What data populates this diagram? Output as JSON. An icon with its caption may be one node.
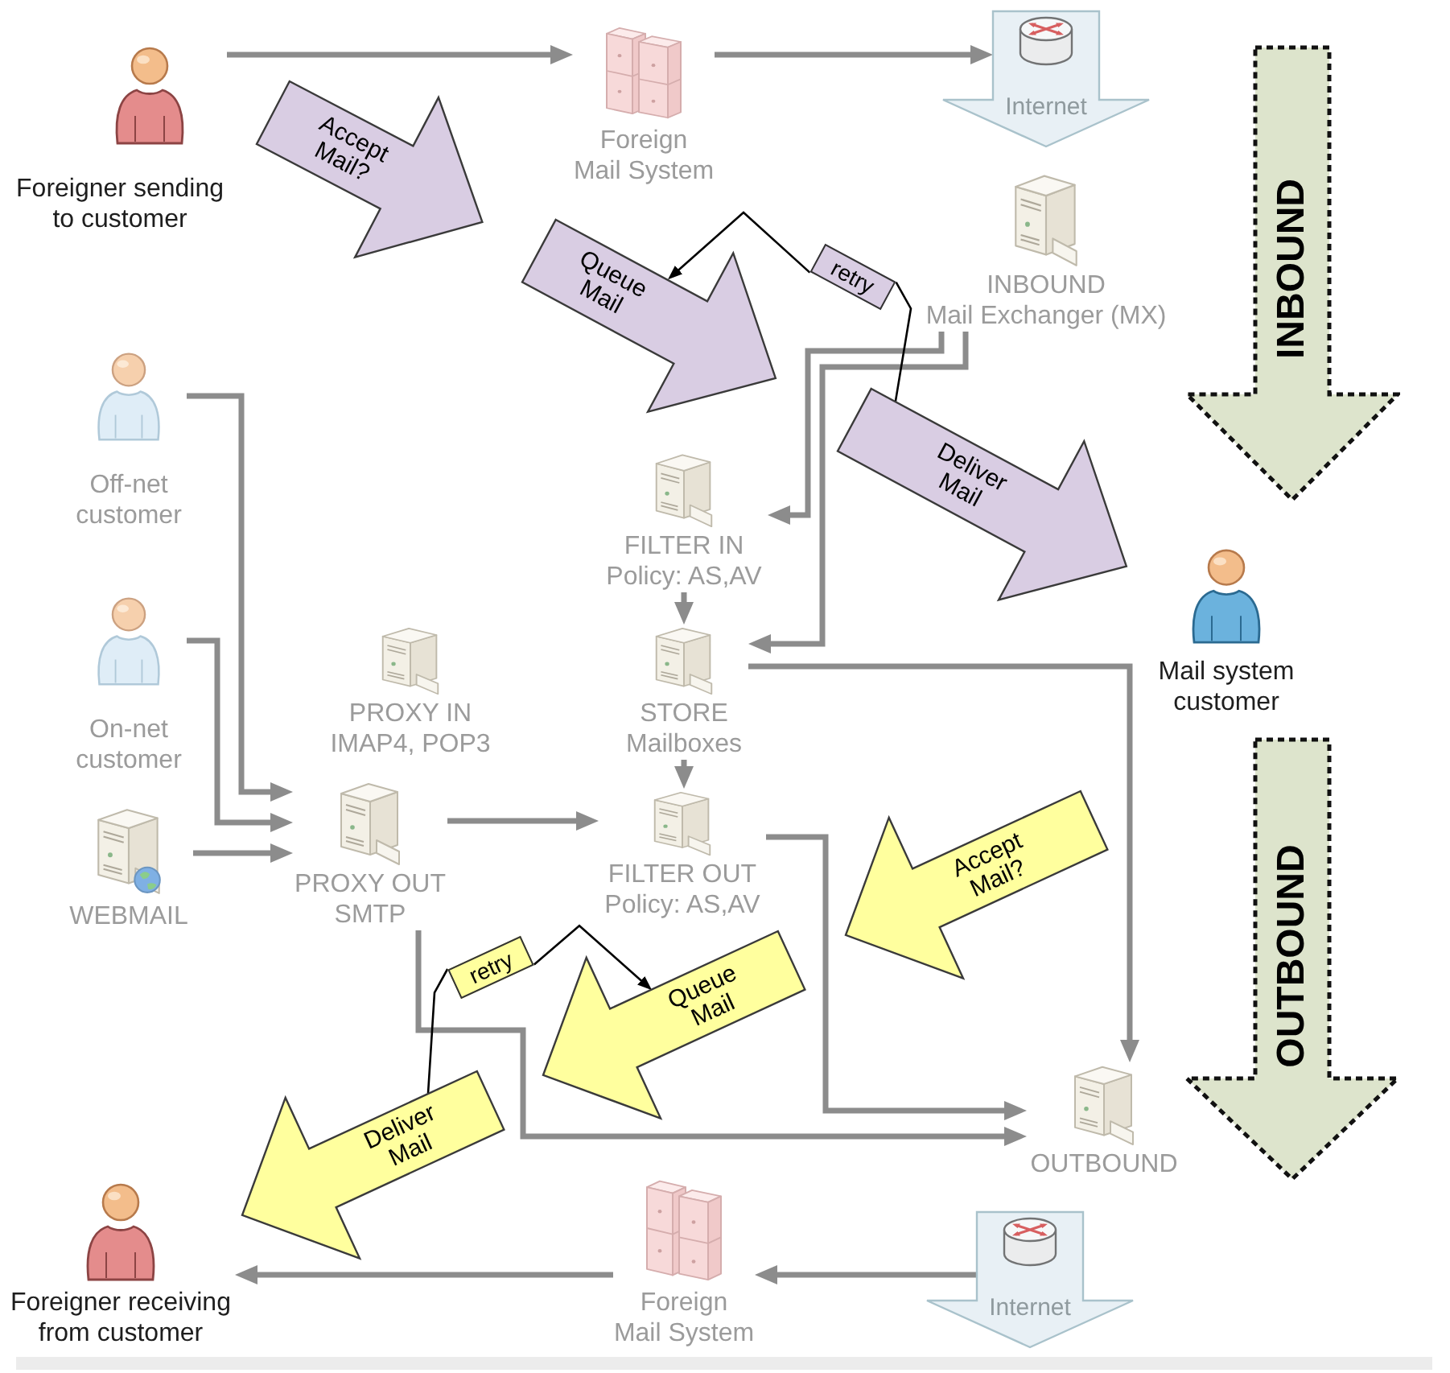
{
  "diagram": {
    "nodes": [
      {
        "text": [
          "Foreigner sending to customer"
        ]
      },
      {
        "text": [
          "Foreign Mail System"
        ]
      },
      {
        "text": [
          "Internet"
        ]
      },
      {
        "text": [
          "INBOUND"
        ]
      },
      {
        "text": [
          "Accept Mail?"
        ]
      },
      {
        "text": [
          "retry"
        ]
      },
      {
        "text": [
          "Queue Mail"
        ]
      },
      {
        "text": [
          "INBOUND",
          "Mail Exchanger (MX)"
        ]
      },
      {
        "text": [
          "Deliver Mail"
        ]
      },
      {
        "text": [
          "Off-net customer"
        ]
      },
      {
        "text": [
          "FILTER IN",
          "Policy: AS,AV"
        ]
      },
      {
        "text": [
          "Mail system customer"
        ]
      },
      {
        "text": [
          "PROXY IN",
          "IMAP4, POP3"
        ]
      },
      {
        "text": [
          "STORE",
          "Mailboxes"
        ]
      },
      {
        "text": [
          "On-net customer"
        ]
      },
      {
        "text": [
          "Accept Mail?"
        ]
      },
      {
        "text": [
          "OUTBOUND"
        ]
      },
      {
        "text": [
          "retry"
        ]
      },
      {
        "text": [
          "Queue Mail"
        ]
      },
      {
        "text": [
          "WEBMAIL"
        ]
      },
      {
        "text": [
          "PROXY OUT",
          "SMTP"
        ]
      },
      {
        "text": [
          "FILTER OUT",
          "Policy: AS,AV"
        ]
      },
      {
        "text": [
          "Deliver Mail"
        ]
      },
      {
        "text": [
          "OUTBOUND"
        ]
      },
      {
        "text": [
          "Foreigner receiving from customer"
        ]
      },
      {
        "text": [
          "Foreign Mail System"
        ]
      },
      {
        "text": [
          "Internet"
        ]
      }
    ],
    "edges": [
      {
        "from": 0,
        "to": 1,
        "arrow": "to"
      },
      {
        "from": 1,
        "to": 2,
        "arrow": "to"
      },
      {
        "from": 7,
        "to": 10,
        "arrow": "to"
      },
      {
        "from": 7,
        "to": 13,
        "arrow": "to"
      },
      {
        "from": 10,
        "to": 13,
        "arrow": "to"
      },
      {
        "from": 13,
        "to": 23,
        "arrow": "to"
      },
      {
        "from": 13,
        "to": 21,
        "arrow": "to"
      },
      {
        "from": 9,
        "to": 20,
        "arrow": "to"
      },
      {
        "from": 14,
        "to": 20,
        "arrow": "to"
      },
      {
        "from": 19,
        "to": 20,
        "arrow": "to"
      },
      {
        "from": 20,
        "to": 21,
        "arrow": "to"
      },
      {
        "from": 21,
        "to": 23,
        "arrow": "to"
      },
      {
        "from": 20,
        "to": 23,
        "arrow": "to"
      },
      {
        "from": 26,
        "to": 25,
        "arrow": "to"
      },
      {
        "from": 25,
        "to": 24,
        "arrow": "to"
      },
      {
        "from": 8,
        "to": 5,
        "arrow": "none",
        "color": "#000000"
      },
      {
        "from": 5,
        "to": 6,
        "arrow": "to",
        "color": "#000000"
      },
      {
        "from": 22,
        "to": 17,
        "arrow": "none",
        "color": "#000000"
      },
      {
        "from": 17,
        "to": 18,
        "arrow": "to",
        "color": "#000000"
      }
    ]
  }
}
